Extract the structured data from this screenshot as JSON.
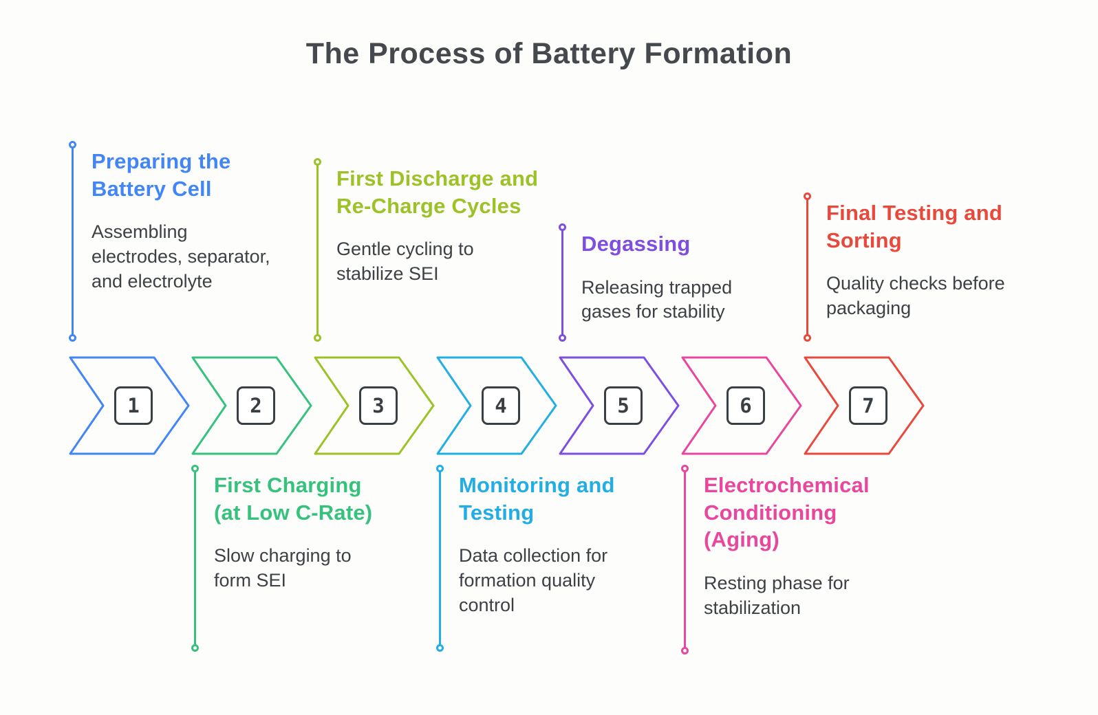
{
  "title": "The Process of Battery Formation",
  "colors": {
    "background": "#fdfdfb",
    "title_text": "#45484c",
    "body_text": "#3d4145",
    "number_box": "#3a3f44"
  },
  "steps": [
    {
      "number": "1",
      "color": "#4285f4",
      "heading": "Preparing the Battery Cell",
      "body": "Assembling electrodes, separator, and electrolyte",
      "label_position": "above"
    },
    {
      "number": "2",
      "color": "#36c27d",
      "heading": "First Charging (at Low C-Rate)",
      "body": "Slow charging to form SEI",
      "label_position": "below"
    },
    {
      "number": "3",
      "color": "#9cc227",
      "heading": "First Discharge and Re-Charge Cycles",
      "body": "Gentle cycling to stabilize SEI",
      "label_position": "above"
    },
    {
      "number": "4",
      "color": "#22aee4",
      "heading": "Monitoring and Testing",
      "body": "Data collection for formation quality control",
      "label_position": "below"
    },
    {
      "number": "5",
      "color": "#7d4fe0",
      "heading": "Degassing",
      "body": "Releasing trapped gases for stability",
      "label_position": "above"
    },
    {
      "number": "6",
      "color": "#e8479d",
      "heading": "Electrochemical Conditioning (Aging)",
      "body": "Resting phase for stabilization",
      "label_position": "below"
    },
    {
      "number": "7",
      "color": "#e8493d",
      "heading": "Final Testing and Sorting",
      "body": "Quality checks before packaging",
      "label_position": "above"
    }
  ]
}
